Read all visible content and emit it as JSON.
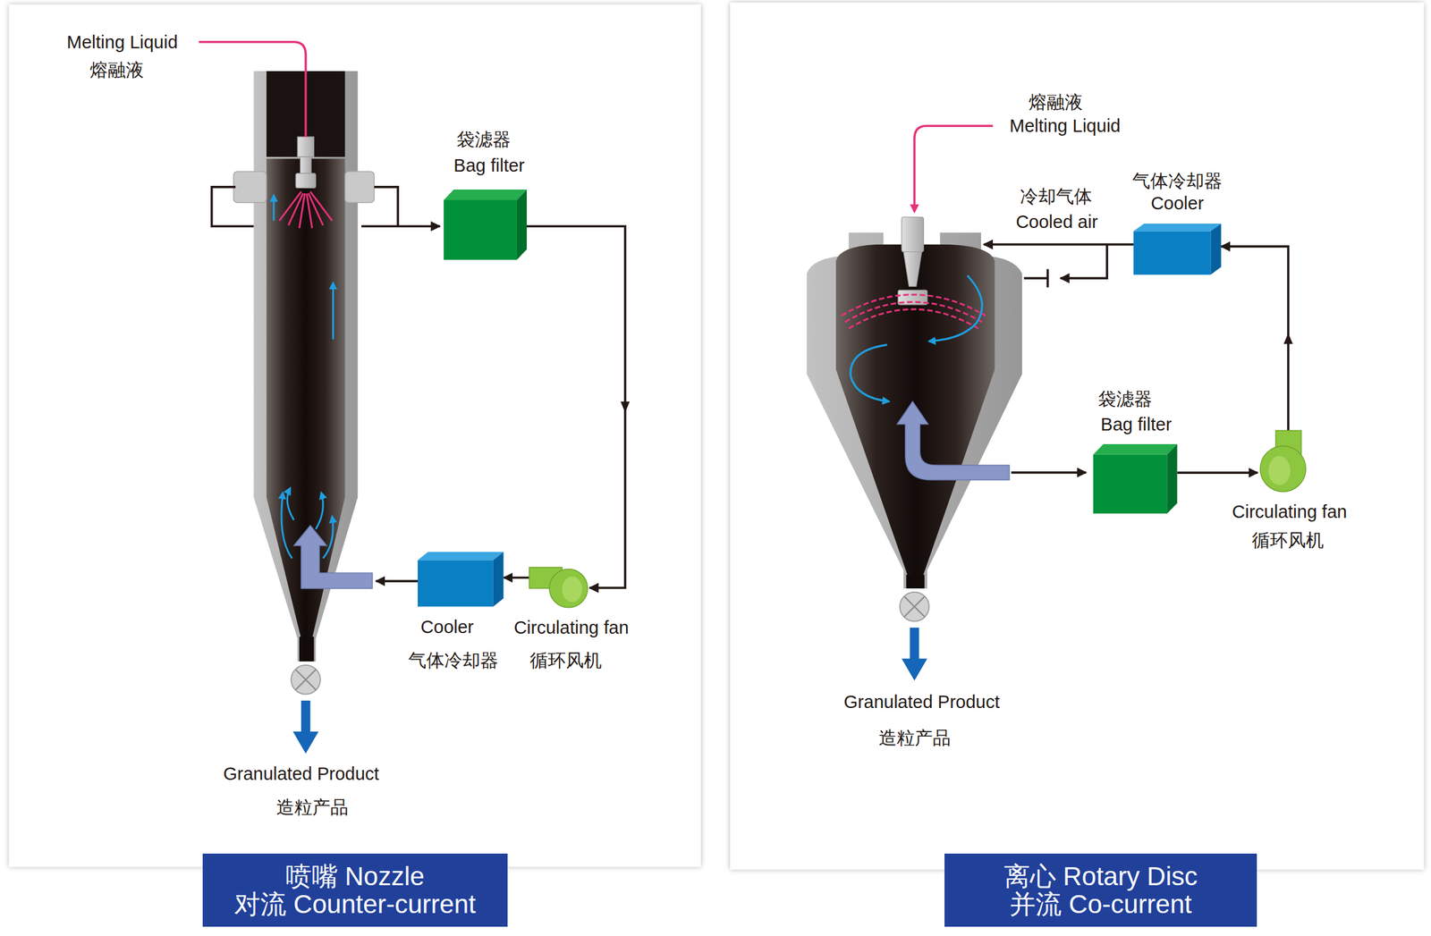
{
  "diagram": {
    "nodes": [
      {
        "text": [
          "袋滤器",
          "Bag filter"
        ]
      },
      {
        "text": [
          "Cooler",
          "气体冷却器"
        ]
      },
      {
        "text": [
          "Circulating fan",
          "循环风机"
        ]
      },
      {
        "text": [
          "喷嘴 Nozzle",
          "对流 Counter-current"
        ]
      },
      {
        "text": [
          "气体冷却器",
          "Cooler"
        ]
      },
      {
        "text": [
          "袋滤器",
          "Bag filter"
        ]
      },
      {
        "text": [
          "Circulating fan",
          "循环风机"
        ]
      },
      {
        "text": [
          "离心 Rotary Disc",
          "并流 Co-current"
        ]
      }
    ],
    "edges": [
      {
        "from": 0,
        "to": 2,
        "arrow": "to"
      },
      {
        "from": 2,
        "to": 1,
        "arrow": "to"
      },
      {
        "from": 5,
        "to": 6,
        "arrow": "to"
      },
      {
        "from": 6,
        "to": 4,
        "arrow": "to"
      }
    ],
    "labels": [
      "Melting Liquid",
      "熔融液",
      "Granulated Product",
      "造粒产品",
      "熔融液",
      "Melting Liquid",
      "冷却气体",
      "Cooled air",
      "Granulated Product",
      "造粒产品"
    ]
  }
}
